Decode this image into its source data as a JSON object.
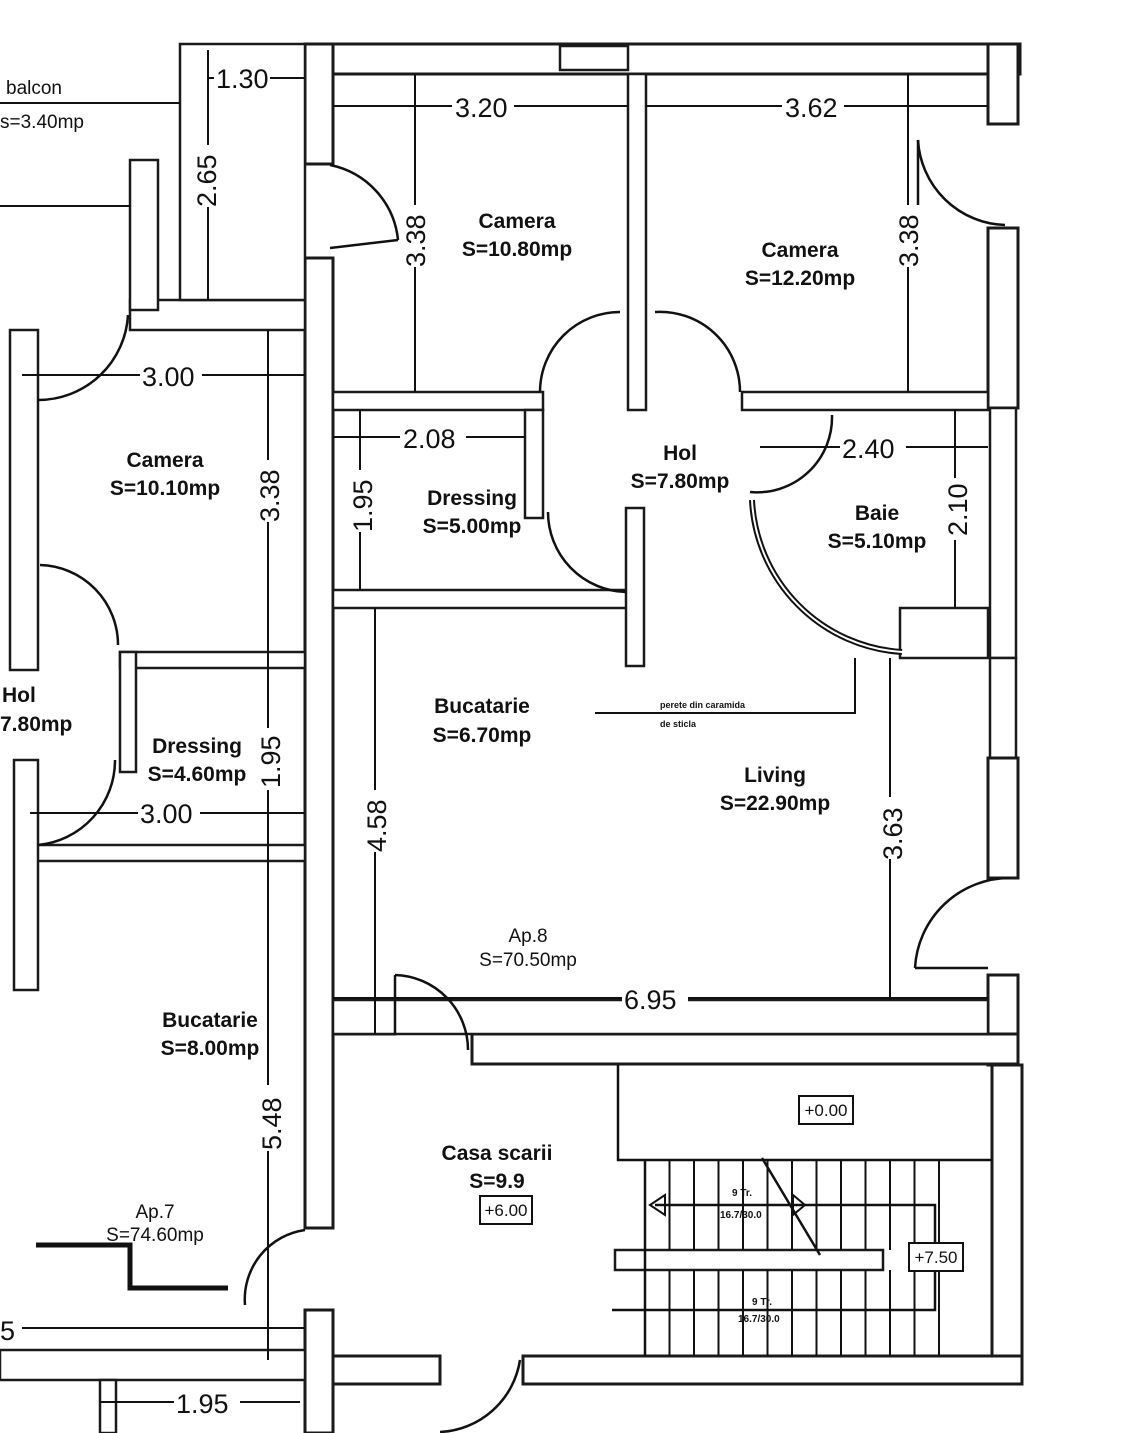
{
  "balcony": {
    "label": "balcon",
    "area": "s=3.40mp"
  },
  "dimensions": {
    "d_1_30": "1.30",
    "d_2_65": "2.65",
    "d_3_20": "3.20",
    "d_3_62": "3.62",
    "d_3_38_a": "3.38",
    "d_3_38_b": "3.38",
    "d_3_00_a": "3.00",
    "d_3_38_c": "3.38",
    "d_2_08": "2.08",
    "d_1_95_a": "1.95",
    "d_2_40": "2.40",
    "d_2_10": "2.10",
    "d_1_95_b": "1.95",
    "d_3_00_b": "3.00",
    "d_4_58": "4.58",
    "d_3_63": "3.63",
    "d_6_95": "6.95",
    "d_5_48": "5.48",
    "d_1_95_c": "1.95",
    "d_5": "5"
  },
  "rooms": {
    "camera_1": {
      "name": "Camera",
      "area": "S=10.80mp"
    },
    "camera_2": {
      "name": "Camera",
      "area": "S=12.20mp"
    },
    "camera_3": {
      "name": "Camera",
      "area": "S=10.10mp"
    },
    "dressing_1": {
      "name": "Dressing",
      "area": "S=5.00mp"
    },
    "hol_1": {
      "name": "Hol",
      "area": "S=7.80mp"
    },
    "baie": {
      "name": "Baie",
      "area": "S=5.10mp"
    },
    "bucatarie_1": {
      "name": "Bucatarie",
      "area": "S=6.70mp"
    },
    "living": {
      "name": "Living",
      "area": "S=22.90mp"
    },
    "hol_2": {
      "name": "Hol",
      "area": "7.80mp"
    },
    "dressing_2": {
      "name": "Dressing",
      "area": "S=4.60mp"
    },
    "bucatarie_2": {
      "name": "Bucatarie",
      "area": "S=8.00mp"
    },
    "casa_scarii": {
      "name": "Casa scarii",
      "area": "S=9.9"
    }
  },
  "apartments": {
    "ap8": {
      "name": "Ap.8",
      "area": "S=70.50mp"
    },
    "ap7": {
      "name": "Ap.7",
      "area": "S=74.60mp"
    }
  },
  "annotations": {
    "glass_wall_1": "perete din caramida",
    "glass_wall_2": "de sticla"
  },
  "levels": {
    "lvl_0": "+0.00",
    "lvl_6": "+6.00",
    "lvl_750": "+7.50"
  },
  "stairs": {
    "flight_1_a": "9 Tr.",
    "flight_1_b": "16.7/30.0",
    "flight_2_a": "9 Tr.",
    "flight_2_b": "16.7/30.0"
  }
}
